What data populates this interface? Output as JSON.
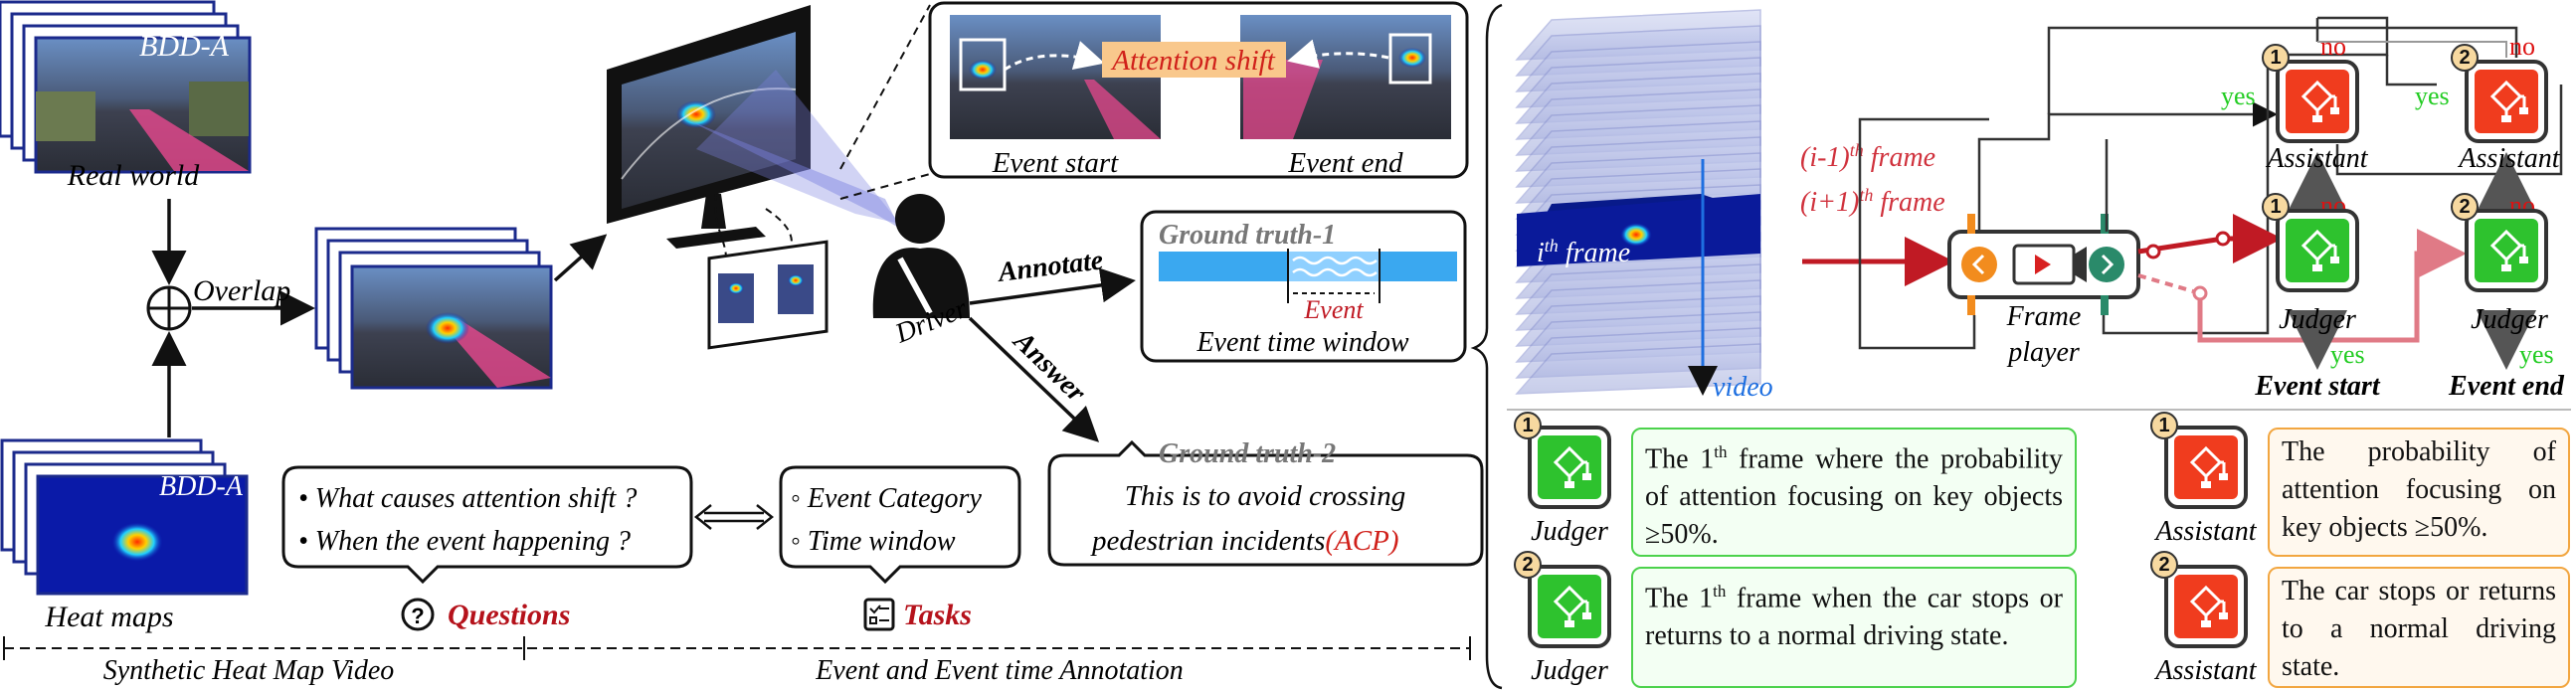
{
  "left": {
    "real_world_tag": "BDD-A",
    "real_world_label": "Real world",
    "heat_tag": "BDD-A",
    "heat_label": "Heat maps",
    "overlap_label": "Overlap",
    "driver_label": "Driver",
    "annotate_label": "Annotate",
    "answer_label": "Answer",
    "attention_shift": "Attention shift",
    "event_start": "Event start",
    "event_end": "Event end",
    "gt1_title": "Ground truth-1",
    "gt1_event": "Event",
    "gt1_window": "Event time window",
    "gt2_title": "Ground truth-2",
    "gt2_line1": "This is to avoid crossing",
    "gt2_line2": "pedestrian incidents",
    "gt2_acp": "(ACP)",
    "question1": "• What causes attention shift ?",
    "question2": "• When the event happening ?",
    "questions_label": "Questions",
    "task1": "◦ Event Category",
    "task2": "◦ Time window",
    "tasks_label": "Tasks",
    "footer_left": "Synthetic Heat Map Video",
    "footer_right": "Event and Event time Annotation"
  },
  "right": {
    "frame_prev": "(i-1)",
    "frame_next": "(i+1)",
    "frame_current": "i",
    "frame_suffix": " frame",
    "th": "th",
    "video_label": "video",
    "frame_player_1": "Frame",
    "frame_player_2": "player",
    "assistant_label": "Assistant",
    "judger_label": "Judger",
    "yes": "yes",
    "no": "no",
    "event_start": "Event start",
    "event_end": "Event end",
    "badge_1": "1",
    "badge_2": "2"
  },
  "legend": {
    "j1_text_a": "The 1",
    "j1_text_b": " frame where the probability of attention focusing on key objects ≥50%.",
    "j2_text_a": "The 1",
    "j2_text_b": " frame when the car stops or returns to a normal driving state.",
    "a1_text": "The probability of attention focusing on key objects ≥50%.",
    "a2_text": "The car stops or returns to a normal driving state.",
    "th": "th",
    "judger": "Judger",
    "assistant": "Assistant",
    "badge_1": "1",
    "badge_2": "2"
  },
  "colors": {
    "judger_green": "#2ec22e",
    "assistant_red": "#f03c1e",
    "yes_green": "#22cc22",
    "no_red": "#dd1111",
    "dark_red": "#b5121b",
    "frame_red": "#d0313c",
    "video_blue": "#1e6fe0"
  }
}
